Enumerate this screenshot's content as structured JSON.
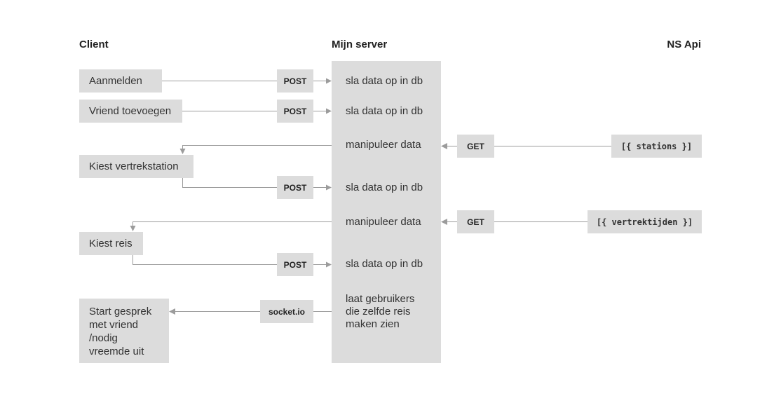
{
  "headers": {
    "client": "Client",
    "server": "Mijn server",
    "api": "NS Api"
  },
  "client": {
    "aanmelden": "Aanmelden",
    "vriend": "Vriend toevoegen",
    "vertrekstation": "Kiest vertrekstation",
    "reis": "Kiest reis",
    "gesprek": [
      "Start gesprek",
      "met vriend",
      "/nodig",
      "vreemde uit"
    ]
  },
  "server": {
    "save1": "sla data op in db",
    "save2": "sla data op in db",
    "manip1": "manipuleer data",
    "save3": "sla data op in db",
    "manip2": "manipuleer data",
    "save4": "sla data op in db",
    "show": [
      "laat gebruikers",
      "die zelfde reis",
      "maken zien"
    ]
  },
  "methods": {
    "post": "POST",
    "get": "GET",
    "socket": "socket.io"
  },
  "api": {
    "stations": "[{ stations }]",
    "vertrektijden": "[{ vertrektijden }]"
  },
  "colors": {
    "box": "#dcdcdc",
    "line": "#9c9c9c",
    "text": "#333333"
  }
}
